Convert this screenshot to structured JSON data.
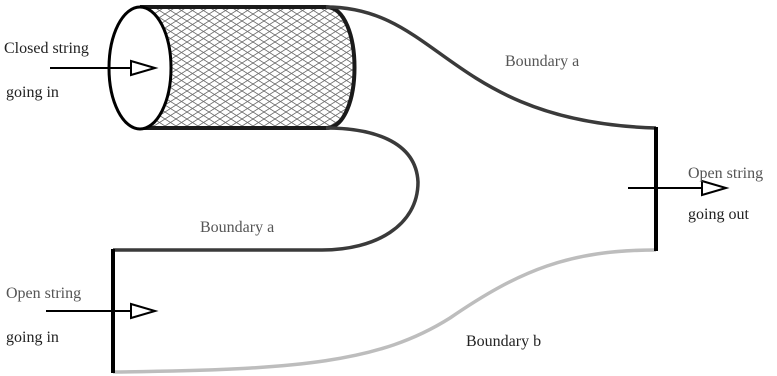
{
  "labels": {
    "closed_in_line1": "Closed string",
    "closed_in_line2": "going in",
    "boundary_a_top": "Boundary a",
    "boundary_a_bottom": "Boundary a",
    "open_out_line1": "Open string",
    "open_out_line2": "going out",
    "open_in_line1": "Open string",
    "open_in_line2": "going in",
    "boundary_b": "Boundary b"
  },
  "colors": {
    "boundary_a": "#3a3a3a",
    "boundary_b": "#bdbdbd",
    "string_edge": "#000000",
    "mesh": "#6a6a6a"
  }
}
